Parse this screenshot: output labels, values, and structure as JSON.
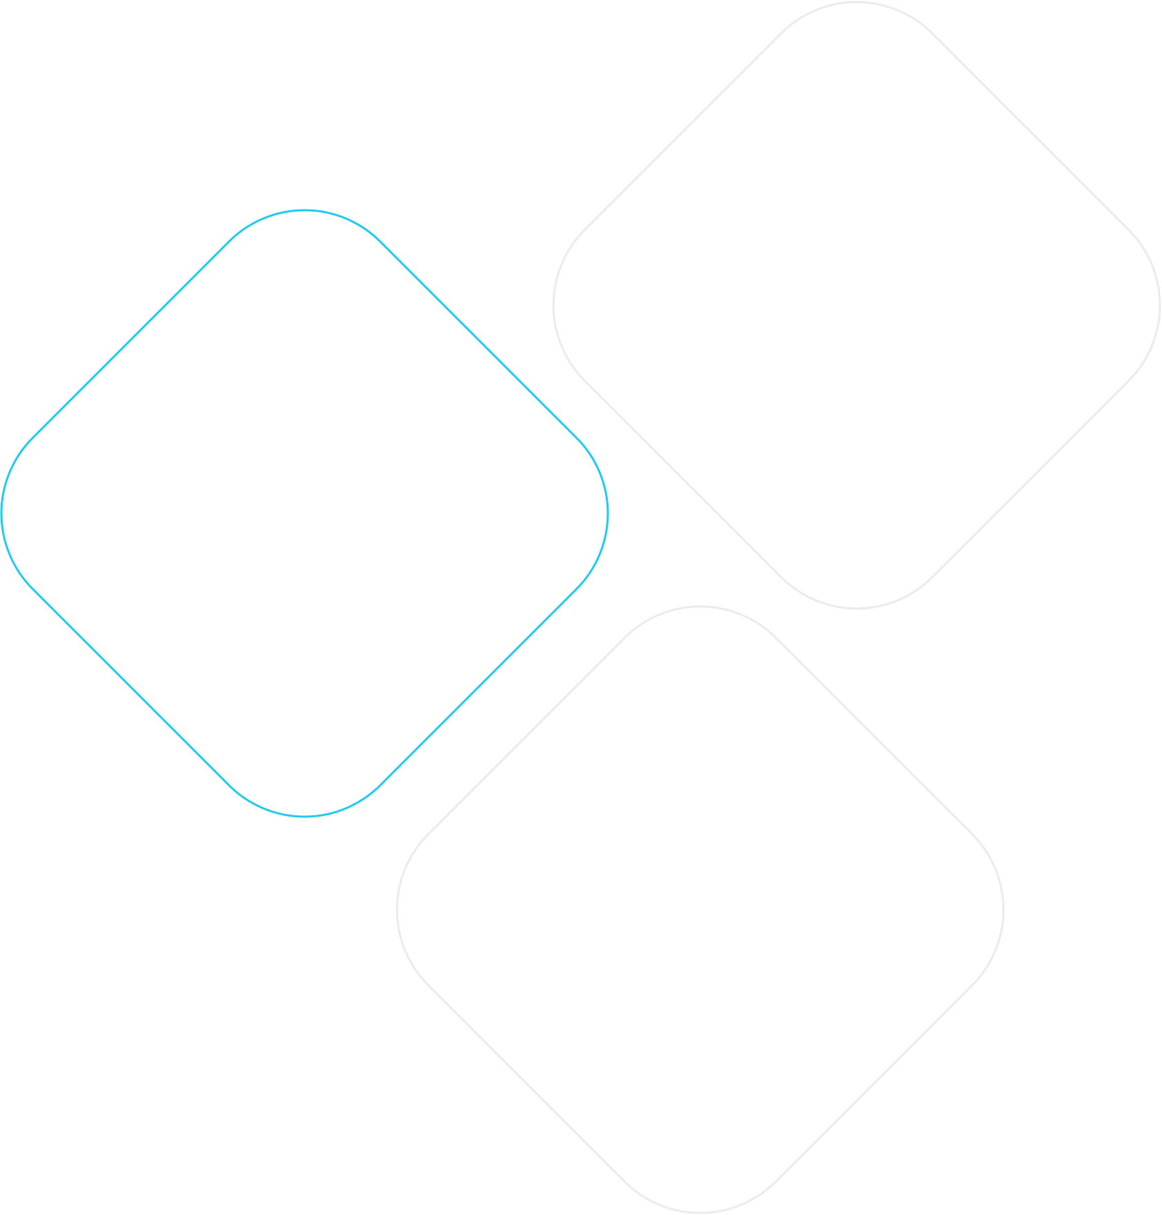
{
  "colors": {
    "background": "#ffffff",
    "accent_shape": "#1ecbef",
    "muted_shape": "#ebebeb"
  },
  "shapes": [
    {
      "name": "highlighted-diamond",
      "color_key": "accent_shape"
    },
    {
      "name": "top-right-diamond",
      "color_key": "muted_shape"
    },
    {
      "name": "bottom-diamond",
      "color_key": "muted_shape"
    }
  ]
}
